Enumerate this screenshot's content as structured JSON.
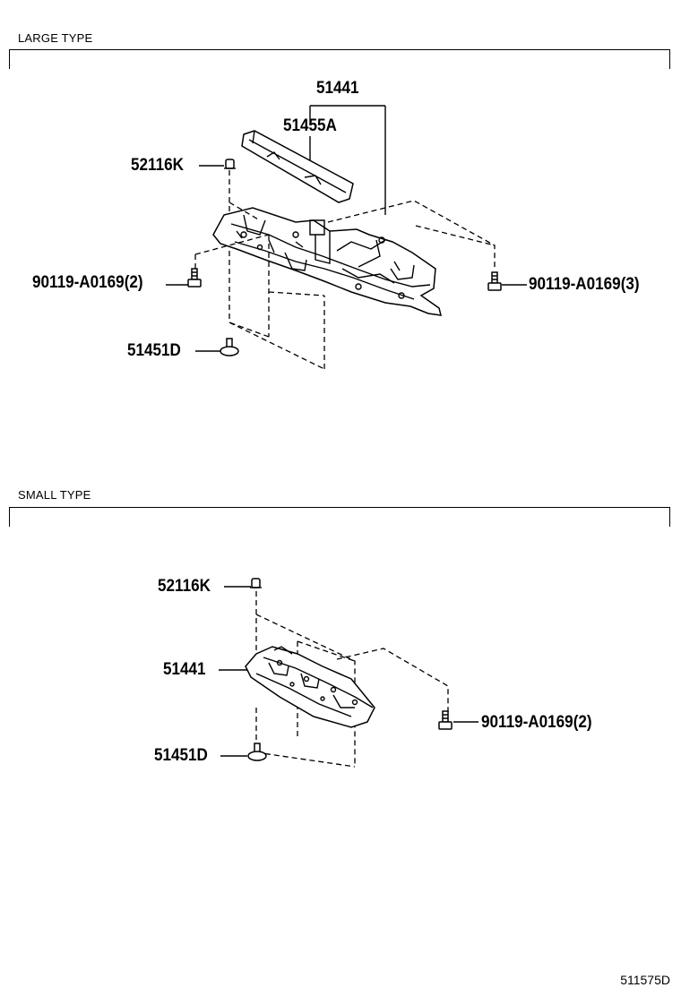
{
  "sections": [
    {
      "title": "LARGE TYPE"
    },
    {
      "title": "SMALL TYPE"
    }
  ],
  "large": {
    "labels": {
      "p51441": "51441",
      "p51455a": "51455A",
      "p52116k": "52116K",
      "p90119_left": "90119-A0169(2)",
      "p90119_right": "90119-A0169(3)",
      "p51451d": "51451D"
    }
  },
  "small": {
    "labels": {
      "p52116k": "52116K",
      "p51441": "51441",
      "p90119": "90119-A0169(2)",
      "p51451d": "51451D"
    }
  },
  "diagram_id": "511575D"
}
